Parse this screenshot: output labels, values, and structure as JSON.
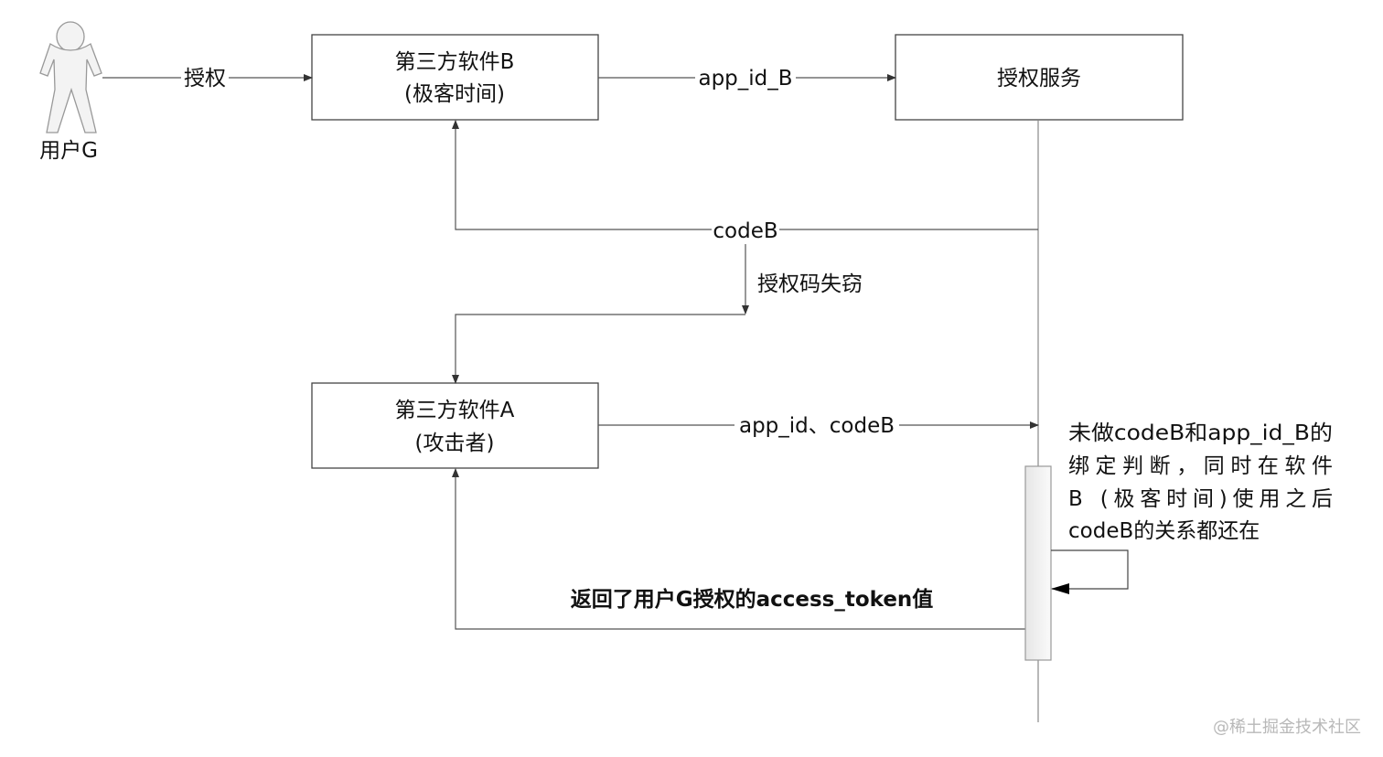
{
  "actor": {
    "label": "用户G"
  },
  "messages": {
    "authorize": "授权",
    "app_id_b": "app_id_B",
    "code_b": "codeB",
    "stolen": "授权码失窃",
    "app_id_code_b": "app_id、codeB",
    "return_token": "返回了用户G授权的access_token值"
  },
  "boxes": {
    "app_b": {
      "line1": "第三方软件B",
      "line2": "(极客时间)"
    },
    "auth_service": {
      "line1": "授权服务"
    },
    "app_a": {
      "line1": "第三方软件A",
      "line2": "(攻击者)"
    }
  },
  "note": {
    "lines": [
      "未做codeB和app_id_B的",
      "绑定判断，同时在软件",
      "B (极客时间)使用之后",
      "codeB的关系都还在"
    ]
  },
  "watermark": "@稀土掘金技术社区",
  "colors": {
    "line": "#555555",
    "box_border": "#444444"
  }
}
